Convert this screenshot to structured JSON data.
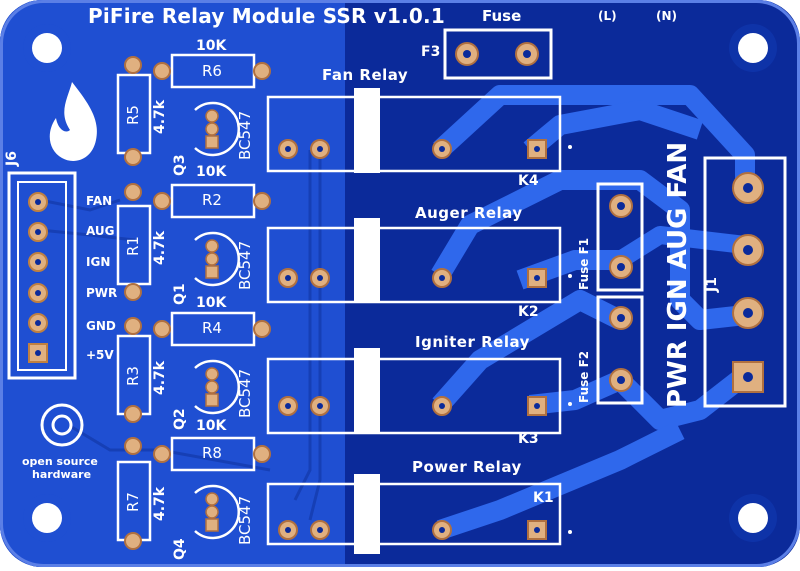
{
  "board": {
    "title": "PiFire Relay Module SSR v1.0.1",
    "colors": {
      "board_dark": "#0b2a9a",
      "board_light": "#2053d6",
      "copper": "#2f6ff0",
      "silk": "#ffffff",
      "pad": "#d8a070"
    }
  },
  "silkscreen": {
    "fuse_top": "Fuse",
    "line_l": "(L)",
    "line_n": "(N)",
    "f3": "F3",
    "j6": "J6",
    "j1": "J1",
    "fan_relay": "Fan Relay",
    "auger_relay": "Auger Relay",
    "igniter_relay": "Igniter Relay",
    "power_relay": "Power Relay",
    "k1": "K1",
    "k2": "K2",
    "k3": "K3",
    "k4": "K4",
    "fuse_f1": "Fuse F1",
    "fuse_f2": "Fuse F2",
    "big_labels": "PWR IGN AUG FAN",
    "pins": {
      "fan": "FAN",
      "aug": "AUG",
      "ign": "IGN",
      "pwr": "PWR",
      "gnd": "GND",
      "v5": "+5V"
    },
    "oshw": [
      "open source",
      "hardware"
    ],
    "resistors": [
      {
        "name": "R6",
        "value": "10K"
      },
      {
        "name": "R2",
        "value": "10K"
      },
      {
        "name": "R4",
        "value": "10K"
      },
      {
        "name": "R8",
        "value": "10K"
      }
    ],
    "vres": [
      {
        "name": "R5",
        "value": "4.7k"
      },
      {
        "name": "R1",
        "value": "4.7k"
      },
      {
        "name": "R3",
        "value": "4.7k"
      },
      {
        "name": "R7",
        "value": "4.7k"
      }
    ],
    "transistors": [
      {
        "name": "Q3",
        "part": "BC547"
      },
      {
        "name": "Q1",
        "part": "BC547"
      },
      {
        "name": "Q2",
        "part": "BC547"
      },
      {
        "name": "Q4",
        "part": "BC547"
      }
    ]
  }
}
